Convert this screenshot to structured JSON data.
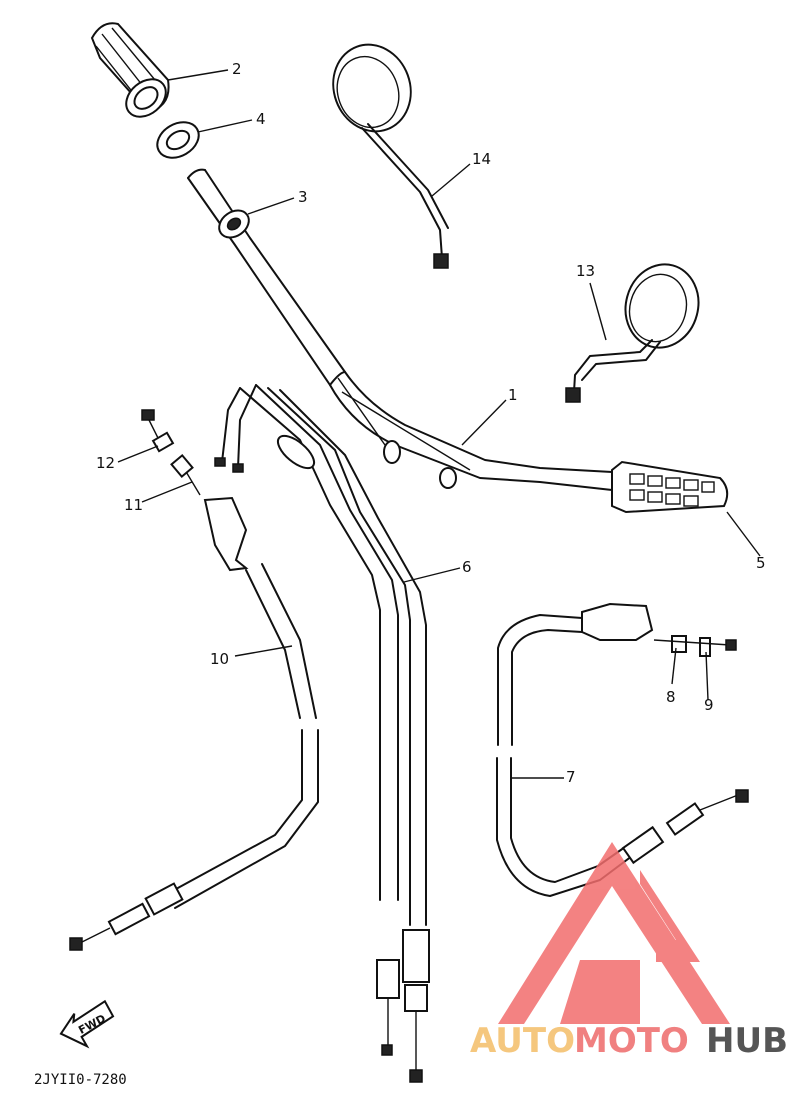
{
  "diagram": {
    "callouts": [
      "1",
      "2",
      "3",
      "4",
      "5",
      "6",
      "7",
      "8",
      "9",
      "10",
      "11",
      "12",
      "13",
      "14"
    ],
    "drawing_code": "2JYII0-7280",
    "fwd_label": "FWD"
  },
  "watermark": {
    "part1": "AUTO",
    "part2": "MOTO",
    "part3": "HUB",
    "colors": {
      "auto": "#f5c77e",
      "moto": "#f08080",
      "hub": "#555555",
      "logo": "#f26d6d"
    }
  }
}
